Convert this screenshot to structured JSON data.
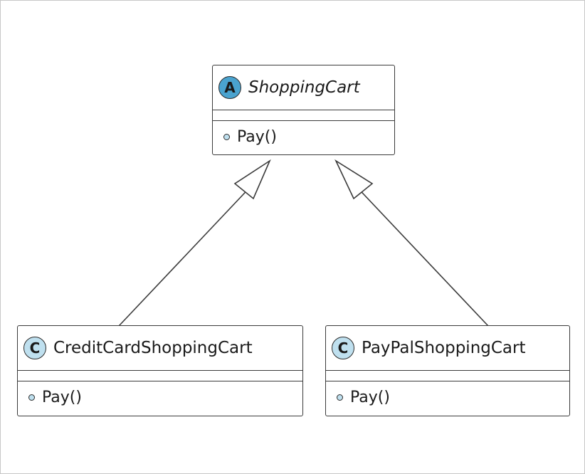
{
  "colors": {
    "abstract_badge": "#4aa3cf",
    "class_badge": "#bfe0ef",
    "visibility_dot": "#bfe0ef",
    "line": "#3a3a3a"
  },
  "classes": [
    {
      "id": "shoppingcart",
      "stereotype": "A",
      "name": "ShoppingCart",
      "abstract": true,
      "methods": [
        "Pay()"
      ]
    },
    {
      "id": "creditcard",
      "stereotype": "C",
      "name": "CreditCardShoppingCart",
      "abstract": false,
      "methods": [
        "Pay()"
      ]
    },
    {
      "id": "paypal",
      "stereotype": "C",
      "name": "PayPalShoppingCart",
      "abstract": false,
      "methods": [
        "Pay()"
      ]
    }
  ],
  "relations": [
    {
      "type": "generalization",
      "from": "CreditCardShoppingCart",
      "to": "ShoppingCart"
    },
    {
      "type": "generalization",
      "from": "PayPalShoppingCart",
      "to": "ShoppingCart"
    }
  ]
}
